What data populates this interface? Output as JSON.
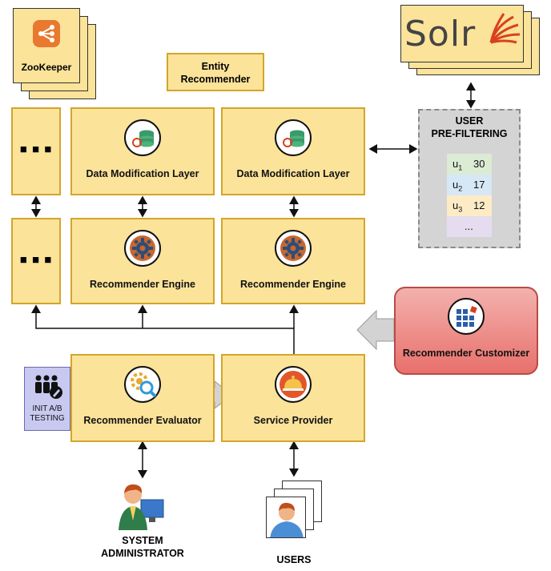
{
  "zookeeper": {
    "label": "ZooKeeper"
  },
  "entity_recommender": {
    "label_line1": "Entity",
    "label_line2": "Recommender"
  },
  "solr": {
    "logo_text": "Solr"
  },
  "dots_top": {
    "label": "■ ■ ■"
  },
  "dots_bottom": {
    "label": "■ ■ ■"
  },
  "dml_left": {
    "label": "Data Modification Layer"
  },
  "dml_right": {
    "label": "Data Modification Layer"
  },
  "engine_left": {
    "label": "Recommender Engine"
  },
  "engine_right": {
    "label": "Recommender Engine"
  },
  "user_prefilter": {
    "title_line1": "USER",
    "title_line2": "PRE-FILTERING",
    "rows": [
      {
        "user": "u",
        "sub": "1",
        "value": "30",
        "color": "#dcebd3"
      },
      {
        "user": "u",
        "sub": "2",
        "value": "17",
        "color": "#d6e7f5"
      },
      {
        "user": "u",
        "sub": "3",
        "value": "12",
        "color": "#fdebc6"
      },
      {
        "user": "",
        "sub": "",
        "value": "...",
        "color": "#e6dcef"
      }
    ]
  },
  "customizer": {
    "label": "Recommender Customizer"
  },
  "abtest": {
    "label_line1": "INIT A/B",
    "label_line2": "TESTING"
  },
  "evaluator": {
    "label": "Recommender Evaluator"
  },
  "service_provider": {
    "label": "Service Provider"
  },
  "sysadmin": {
    "label_line1": "SYSTEM",
    "label_line2": "ADMINISTRATOR"
  },
  "users": {
    "label": "USERS"
  },
  "colors": {
    "box_fill": "#fbe39a",
    "box_border": "#d4a52b",
    "customizer_fill": "#e8706c",
    "prefilter_bg": "#d4d4d4",
    "abtest_fill": "#c9c8f0",
    "zookeeper_orange": "#e8792e",
    "solr_orange": "#d9411e"
  }
}
